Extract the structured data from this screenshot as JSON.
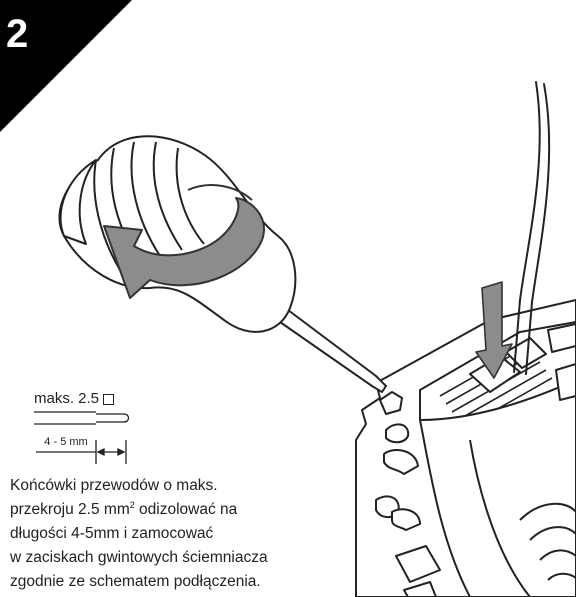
{
  "step": {
    "number": "2"
  },
  "spec": {
    "max_label": "maks. 2.5",
    "square_icon": "square-mm2-symbol-icon",
    "strip_length": "4 - 5 mm"
  },
  "instructions": {
    "line1": "Końcówki przewodów o maks.",
    "line2_prefix": "przekroju 2.5 mm",
    "line2_sup": "2",
    "line2_suffix": " odizolować na",
    "line3": "długości 4-5mm i zamocować",
    "line4": "w zaciskach gwintowych ściemniacza",
    "line5": "zgodnie ze schematem podłączenia."
  },
  "icons": {
    "screwdriver": "screwdriver-icon",
    "rotation": "clockwise-rotation-arrow-icon",
    "down_arrow": "insert-down-arrow-icon",
    "wire": "stripped-wire-icon",
    "device": "dimmer-terminal-block-icon"
  },
  "colors": {
    "badge": "#000000",
    "arrow_fill": "#8c8c8c",
    "arrow_stroke": "#333333",
    "line": "#222222"
  }
}
